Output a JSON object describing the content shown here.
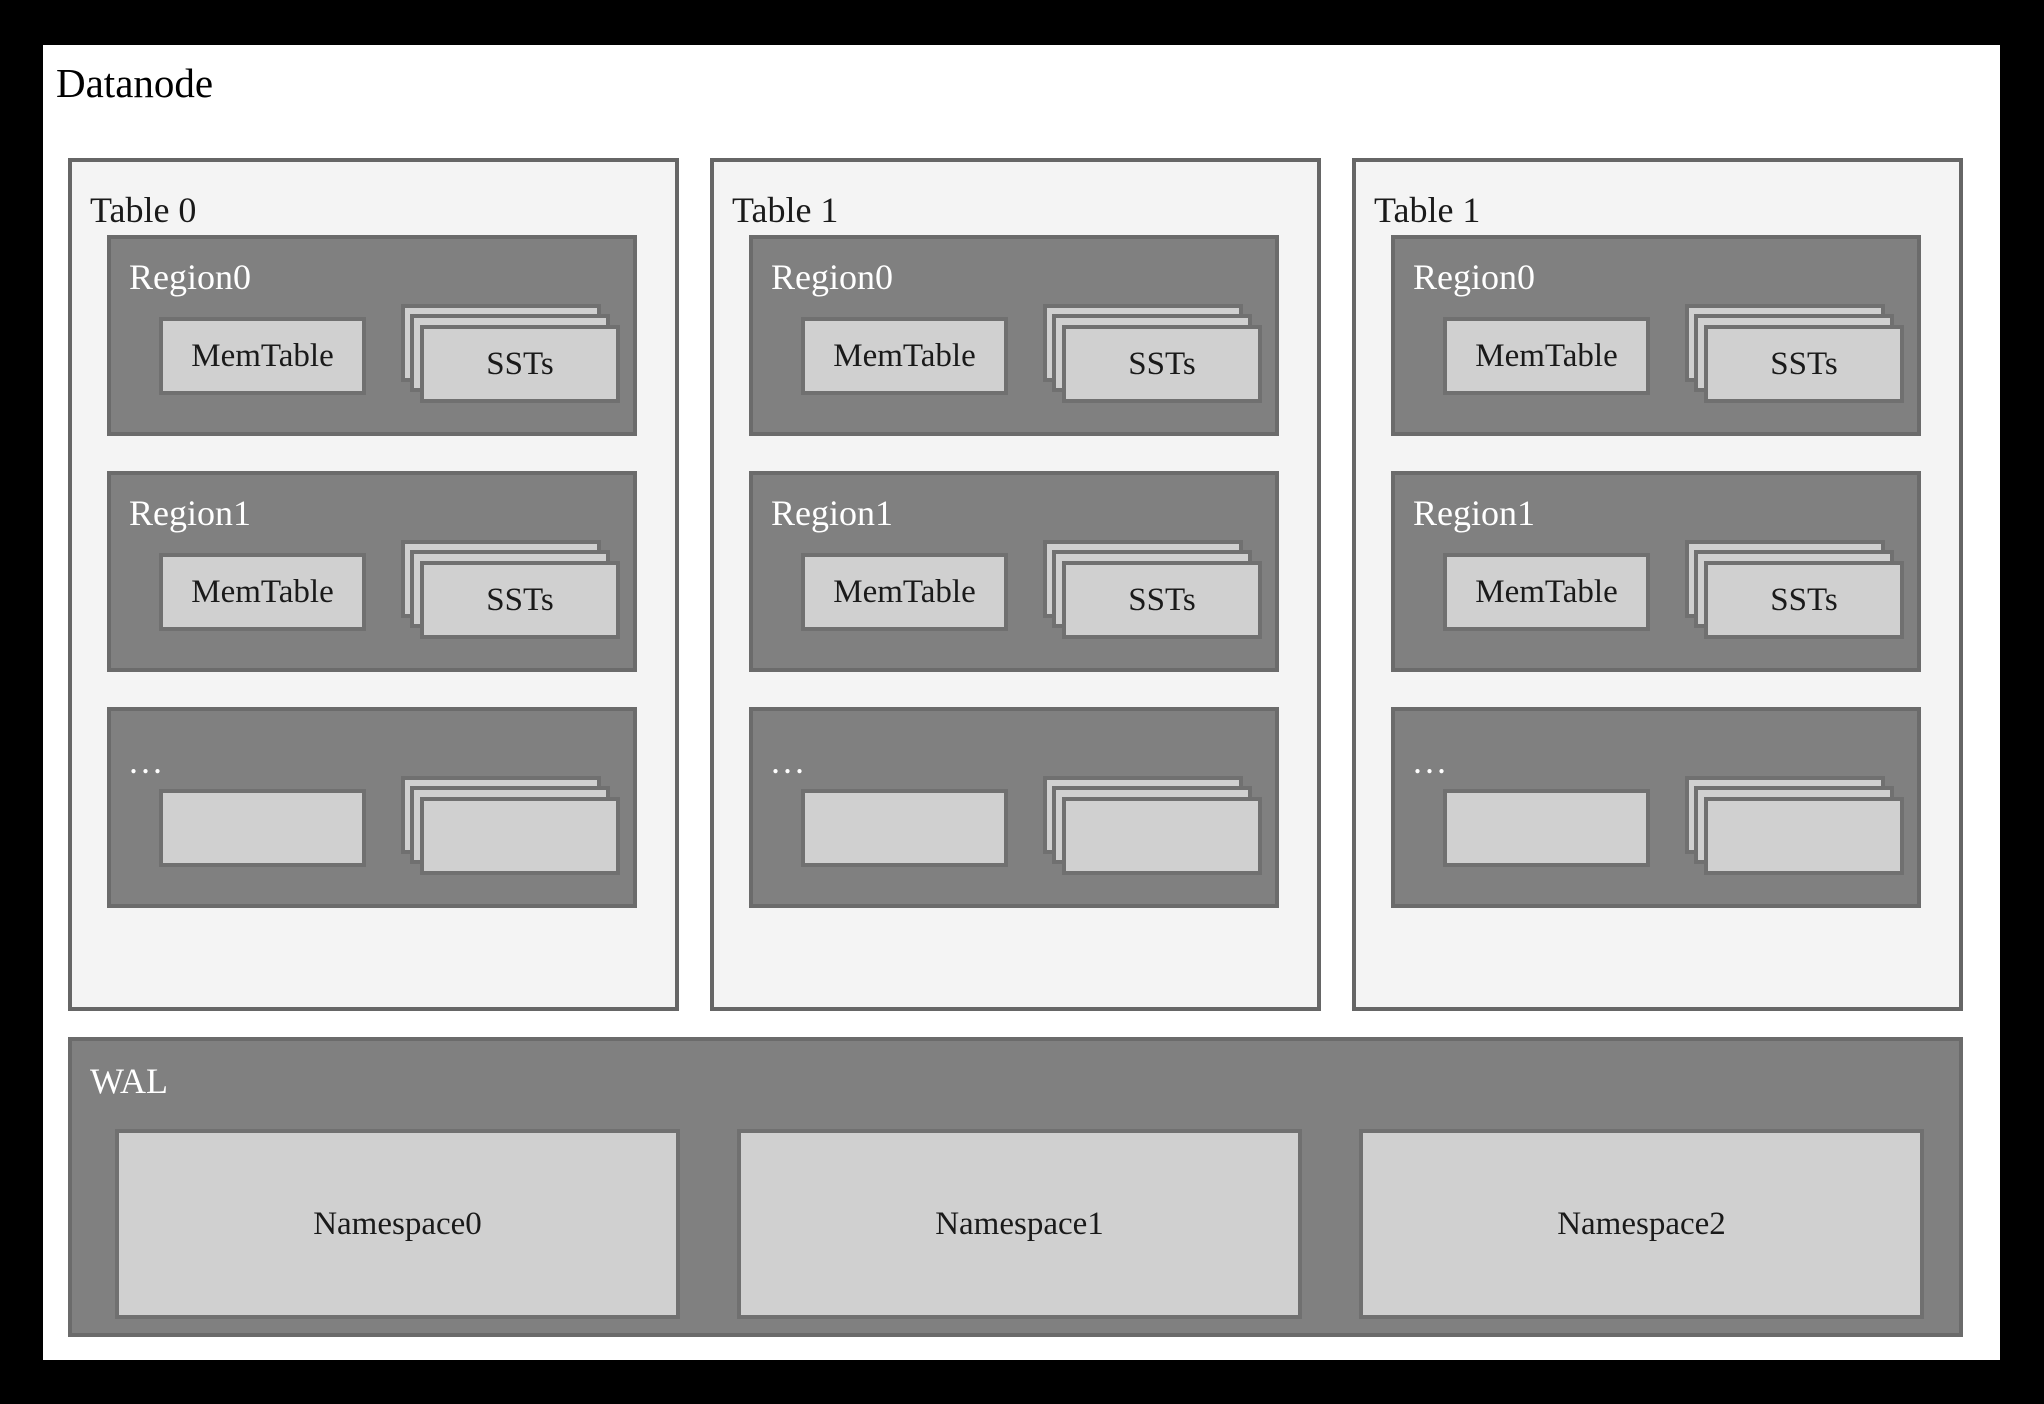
{
  "diagram": {
    "title": "Datanode",
    "background_color": "#000000",
    "canvas_color": "#ffffff",
    "colors": {
      "table_fill": "#f4f4f4",
      "table_border": "#666666",
      "region_fill": "#808080",
      "region_border": "#6b6b6b",
      "box_fill": "#d0d0d0",
      "box_border": "#707070",
      "light_text": "#ffffff",
      "dark_text": "#1a1a1a"
    }
  },
  "tables": [
    {
      "label": "Table 0",
      "regions": [
        {
          "label": "Region0",
          "memtable": "MemTable",
          "ssts": "SSTs",
          "stack_layers": 3
        },
        {
          "label": "Region1",
          "memtable": "MemTable",
          "ssts": "SSTs",
          "stack_layers": 3
        },
        {
          "label": "...",
          "memtable": "",
          "ssts": "",
          "stack_layers": 3
        }
      ]
    },
    {
      "label": "Table 1",
      "regions": [
        {
          "label": "Region0",
          "memtable": "MemTable",
          "ssts": "SSTs",
          "stack_layers": 3
        },
        {
          "label": "Region1",
          "memtable": "MemTable",
          "ssts": "SSTs",
          "stack_layers": 3
        },
        {
          "label": "...",
          "memtable": "",
          "ssts": "",
          "stack_layers": 3
        }
      ]
    },
    {
      "label": "Table 1",
      "regions": [
        {
          "label": "Region0",
          "memtable": "MemTable",
          "ssts": "SSTs",
          "stack_layers": 3
        },
        {
          "label": "Region1",
          "memtable": "MemTable",
          "ssts": "SSTs",
          "stack_layers": 3
        },
        {
          "label": "...",
          "memtable": "",
          "ssts": "",
          "stack_layers": 3
        }
      ]
    }
  ],
  "wal": {
    "label": "WAL",
    "namespaces": [
      {
        "label": "Namespace0"
      },
      {
        "label": "Namespace1"
      },
      {
        "label": "Namespace2"
      }
    ]
  }
}
